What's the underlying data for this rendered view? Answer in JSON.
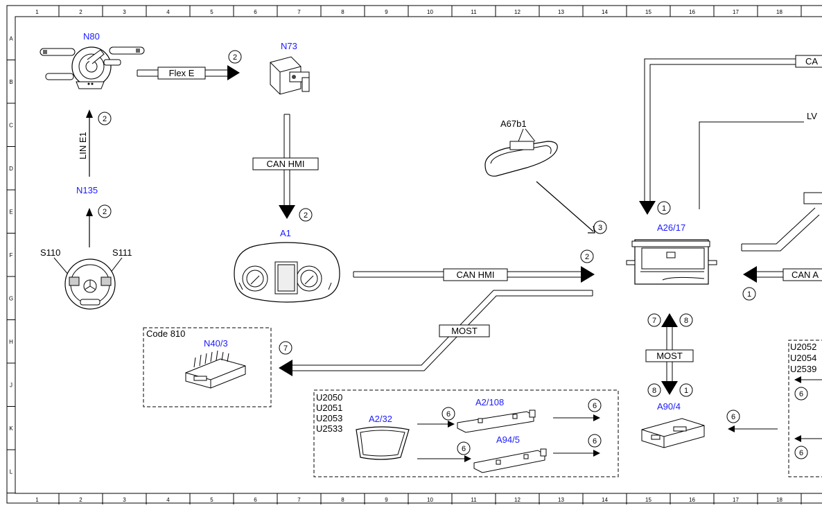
{
  "frame": {
    "columns": [
      "1",
      "2",
      "3",
      "4",
      "5",
      "6",
      "7",
      "8",
      "9",
      "10",
      "11",
      "12",
      "13",
      "14",
      "15",
      "16",
      "17",
      "18"
    ],
    "rows": [
      "A",
      "B",
      "C",
      "D",
      "E",
      "F",
      "G",
      "H",
      "J",
      "K",
      "L"
    ]
  },
  "components": {
    "n80": "N80",
    "n73": "N73",
    "n135": "N135",
    "s110": "S110",
    "s111": "S111",
    "a1": "A1",
    "a67b1": "A67b1",
    "a26_17": "A26/17",
    "n40_3": "N40/3",
    "a2_32": "A2/32",
    "a2_108": "A2/108",
    "a94_5": "A94/5",
    "a90_4": "A90/4"
  },
  "buses": {
    "flex_e": "Flex E",
    "lin_e1": "LIN E1",
    "can_hmi_vertical": "CAN HMI",
    "can_hmi_horizontal": "CAN HMI",
    "most_diagonal": "MOST",
    "most_vertical": "MOST",
    "can_top_right": "CA",
    "lv_right": "LV",
    "can_a_right": "CAN A"
  },
  "groups": {
    "code_810": "Code 810",
    "u_codes_bottom": [
      "U2050",
      "U2051",
      "U2053",
      "U2533"
    ],
    "u_codes_right": [
      "U2052",
      "U2054",
      "U2539"
    ]
  },
  "markers": {
    "m_flex_e": "2",
    "m_lin_upper": "2",
    "m_lin_lower": "2",
    "m_a1": "2",
    "m_a67b1": "3",
    "m_can_hmi": "2",
    "m_a26_top": "1",
    "m_can_a": "1",
    "m_most_top_left": "7",
    "m_most_top_right": "8",
    "m_most_bottom_left": "8",
    "m_most_bottom_right": "1",
    "m_n40_3": "7",
    "m_a2_32_upper": "6",
    "m_a2_32_lower": "6",
    "m_a2_108_out": "6",
    "m_a94_5_out": "6",
    "m_a90_4_in": "6",
    "m_right_upper": "6",
    "m_right_lower": "6"
  }
}
